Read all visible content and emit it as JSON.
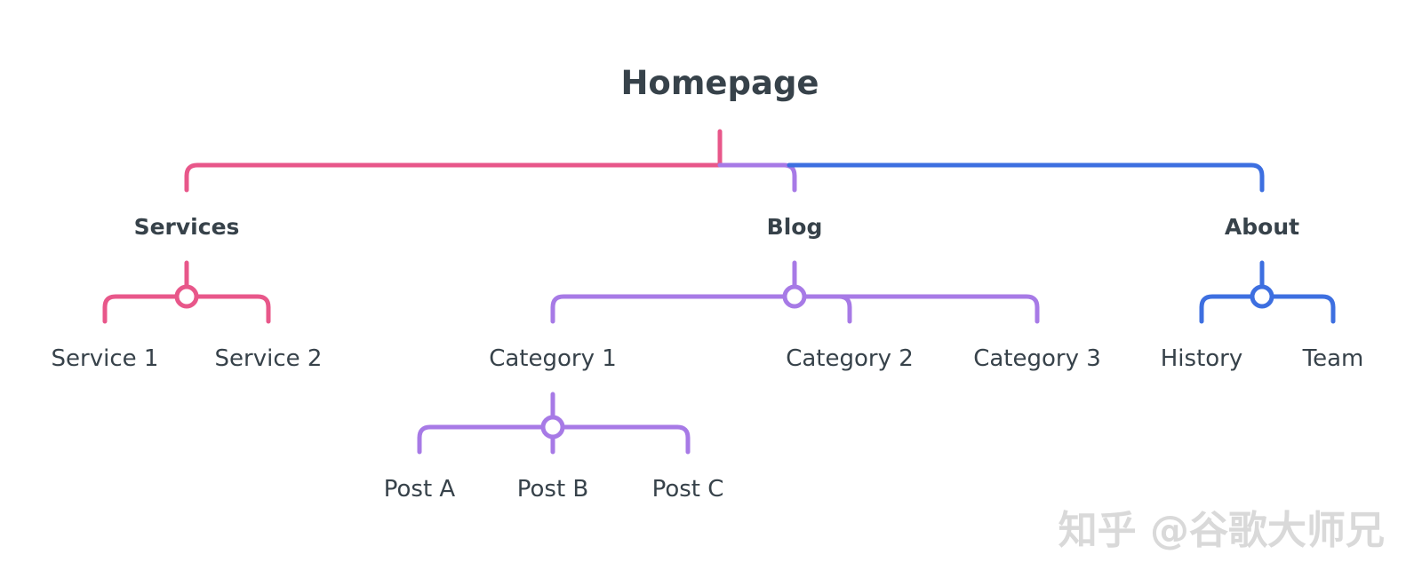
{
  "colors": {
    "services": "#e8578a",
    "blog": "#a77ae6",
    "about": "#3d6fe0",
    "text": "#37424a",
    "watermark": "#d9d9d9"
  },
  "homepage": "Homepage",
  "services": {
    "label": "Services",
    "items": [
      "Service 1",
      "Service 2"
    ]
  },
  "blog": {
    "label": "Blog",
    "categories": [
      "Category 1",
      "Category 2",
      "Category 3"
    ],
    "posts": [
      "Post A",
      "Post B",
      "Post C"
    ]
  },
  "about": {
    "label": "About",
    "items": [
      "History",
      "Team"
    ]
  },
  "watermark": "知乎 @谷歌大师兄"
}
